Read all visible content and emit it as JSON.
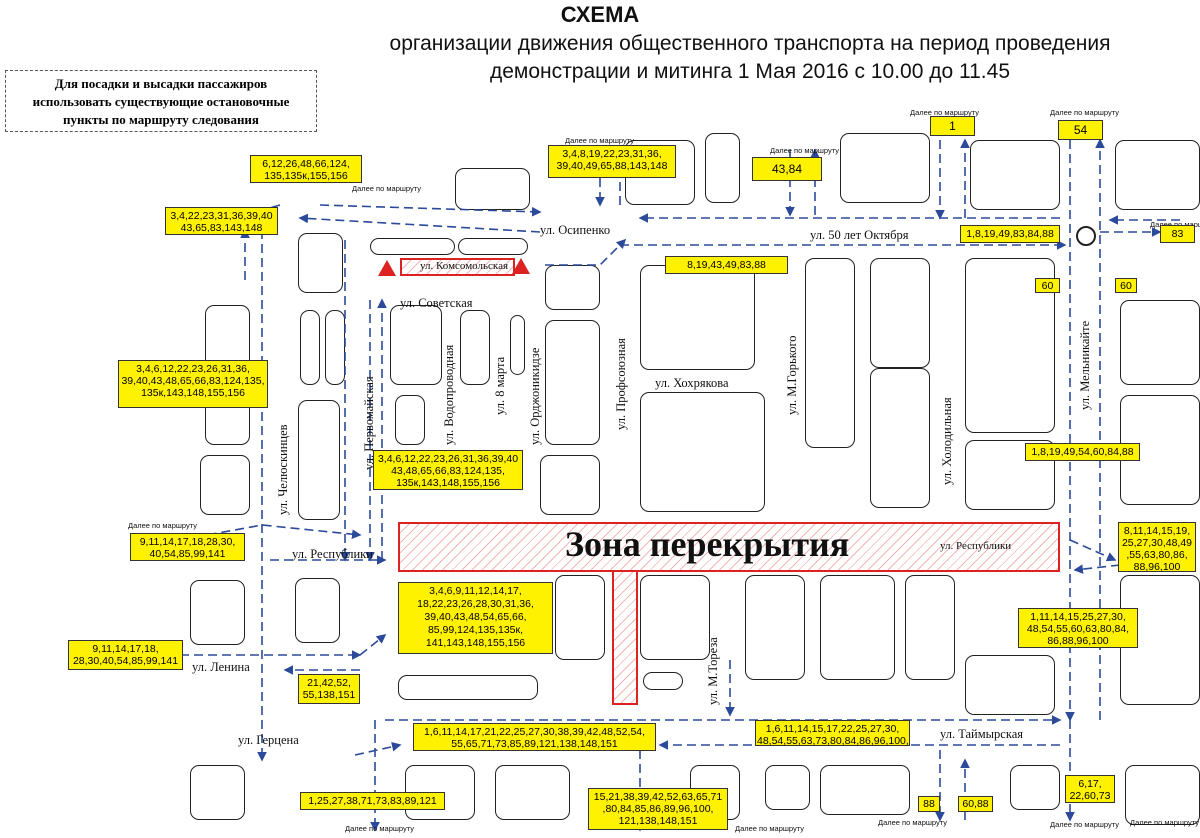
{
  "title": "СХЕМА",
  "subtitle_line1": "организации движения общественного транспорта на период проведения",
  "subtitle_line2": "демонстрации и митинга 1 Мая 2016 с 10.00 до 11.45",
  "note": [
    "Для посадки и высадки пассажиров",
    "использовать существующие остановочные",
    "пункты по маршруту следования"
  ],
  "zone_label": "Зона перекрытия",
  "continue_label": "Далее по маршруту",
  "streets": {
    "osipenko": "ул. Осипенко",
    "komsomolskaya": "ул. Комсомольская",
    "sovetskaya": "ул. Советская",
    "oktyabrya": "ул. 50 лет Октября",
    "khokhryakova": "ул. Хохрякова",
    "respubliki_left": "ул. Республики",
    "respubliki_right": "ул. Республики",
    "lenina": "ул. Ленина",
    "gertsena": "ул. Герцена",
    "taimyrskaya": "ул. Таймырская",
    "chelyuskintsev": "ул. Челюскинцев",
    "pervomaiskaya": "ул. Первомайская",
    "vodoprovodnaya": "ул. Водопроводная",
    "marta8": "ул. 8 марта",
    "ordzhonikidze": "ул. Орджоникидзе",
    "profsoyuznaya": "ул. Профсоюзная",
    "gorkogo": "ул. М.Горького",
    "kholodilnaya": "ул. Холодильная",
    "melnikaite": "ул. Мельникайте",
    "toreza": "ул. М.Тореза"
  },
  "routes": {
    "r1": "6,12,26,48,66,124,\n135,135к,155,156",
    "r2": "3,4,22,23,31,36,39,40\n43,65,83,143,148",
    "r3": "3,4,8,19,22,23,31,36,\n39,40,49,65,88,143,148",
    "r4": "43,84",
    "r5": "1",
    "r6": "54",
    "r7": "8,19,43,49,83,88",
    "r8": "1,8,19,49,83,84,88",
    "r9": "83",
    "r10": "60",
    "r11": "60",
    "r12": "3,4,6,12,22,23,26,31,36,\n39,40,43,48,65,66,83,124,135,\n135к,143,148,155,156",
    "r13": "3,4,6,12,22,23,26,31,36,39,40\n43,48,65,66,83,124,135,\n135к,143,148,155,156",
    "r14": "1,8,19,49,54,60,84,88",
    "r15": "9,11,14,17,18,28,30,\n40,54,85,99,141",
    "r16": "8,11,14,15,19,\n25,27,30,48,49\n,55,63,80,86,\n88,96,100",
    "r17": "3,4,6,9,11,12,14,17,\n18,22,23,26,28,30,31,36,\n39,40,43,48,54,65,66,\n85,99,124,135,135к,\n141,143,148,155,156",
    "r18": "1,11,14,15,25,27,30,\n48,54,55,60,63,80,84,\n86,88,96,100",
    "r19": "9,11,14,17,18,\n28,30,40,54,85,99,141",
    "r20": "21,42,52,\n55,138,151",
    "r21": "1,6,11,14,17,21,22,25,27,30,38,39,42,48,52,54,\n55,65,71,73,85,89,121,138,148,151",
    "r22": "1,6,11,14,15,17,22,25,27,30,\n48,54,55,63,73,80,84,86,96,100,",
    "r23": "1,25,27,38,71,73,83,89,121",
    "r24": "15,21,38,39,42,52,63,65,71\n,80,84,85,86,89,96,100,\n121,138,148,151",
    "r25": "88",
    "r26": "60,88",
    "r27": "6,17,\n22,60,73"
  },
  "colors": {
    "route_box": "#fff200",
    "route_line": "#2b4a9a",
    "zone_border": "#dd2222"
  }
}
